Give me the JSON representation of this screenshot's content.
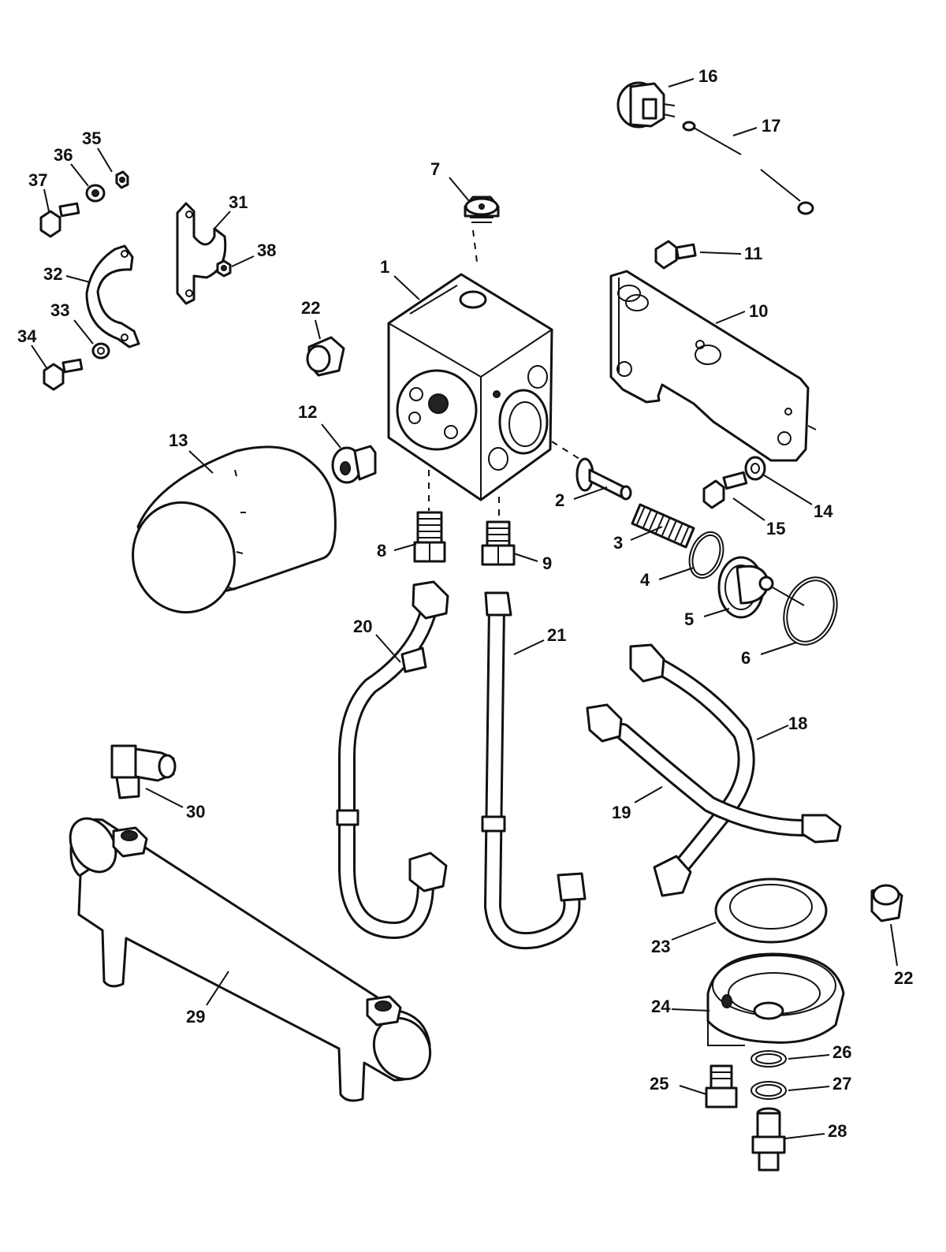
{
  "callouts": [
    {
      "id": "c1",
      "text": "1"
    },
    {
      "id": "c2",
      "text": "2"
    },
    {
      "id": "c3",
      "text": "3"
    },
    {
      "id": "c4",
      "text": "4"
    },
    {
      "id": "c5",
      "text": "5"
    },
    {
      "id": "c6",
      "text": "6"
    },
    {
      "id": "c7",
      "text": "7"
    },
    {
      "id": "c8",
      "text": "8"
    },
    {
      "id": "c9",
      "text": "9"
    },
    {
      "id": "c10",
      "text": "10"
    },
    {
      "id": "c11",
      "text": "11"
    },
    {
      "id": "c12",
      "text": "12"
    },
    {
      "id": "c13",
      "text": "13"
    },
    {
      "id": "c14",
      "text": "14"
    },
    {
      "id": "c15",
      "text": "15"
    },
    {
      "id": "c16",
      "text": "16"
    },
    {
      "id": "c17",
      "text": "17"
    },
    {
      "id": "c18",
      "text": "18"
    },
    {
      "id": "c19",
      "text": "19"
    },
    {
      "id": "c20",
      "text": "20"
    },
    {
      "id": "c21",
      "text": "21"
    },
    {
      "id": "c22a",
      "text": "22"
    },
    {
      "id": "c22b",
      "text": "22"
    },
    {
      "id": "c23",
      "text": "23"
    },
    {
      "id": "c24",
      "text": "24"
    },
    {
      "id": "c25",
      "text": "25"
    },
    {
      "id": "c26",
      "text": "26"
    },
    {
      "id": "c27",
      "text": "27"
    },
    {
      "id": "c28",
      "text": "28"
    },
    {
      "id": "c29",
      "text": "29"
    },
    {
      "id": "c30",
      "text": "30"
    },
    {
      "id": "c31",
      "text": "31"
    },
    {
      "id": "c32",
      "text": "32"
    },
    {
      "id": "c33",
      "text": "33"
    },
    {
      "id": "c34",
      "text": "34"
    },
    {
      "id": "c35",
      "text": "35"
    },
    {
      "id": "c36",
      "text": "36"
    },
    {
      "id": "c37",
      "text": "37"
    },
    {
      "id": "c38",
      "text": "38"
    }
  ]
}
